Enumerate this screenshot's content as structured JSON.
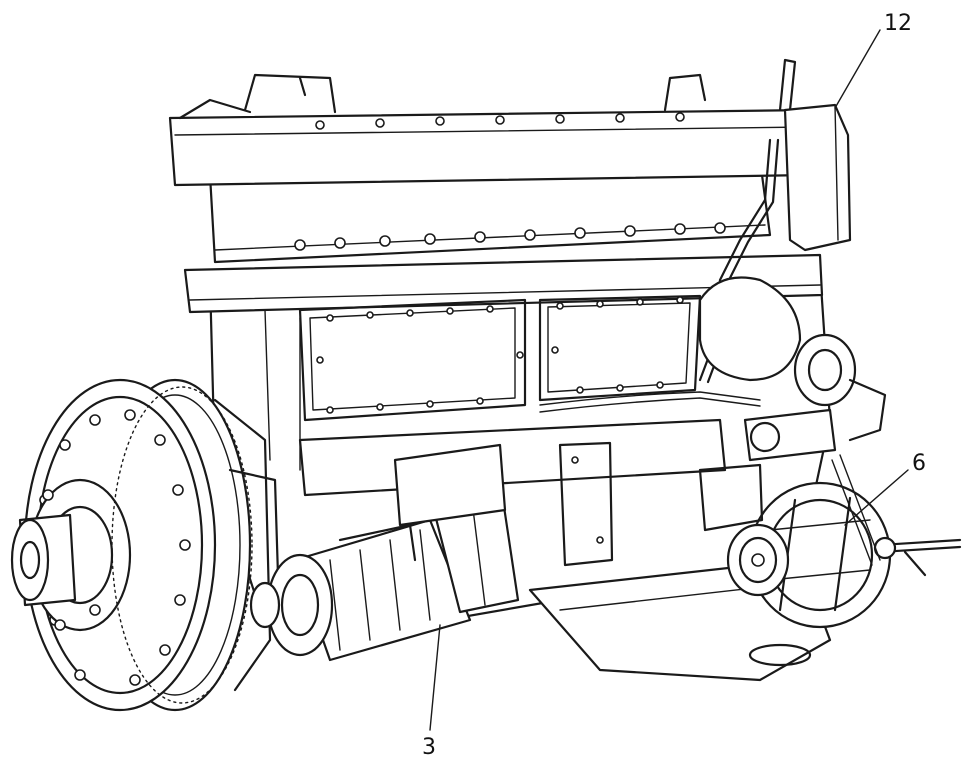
{
  "figure": {
    "callouts": [
      {
        "id": "c12",
        "label": "12"
      },
      {
        "id": "c6",
        "label": "6"
      },
      {
        "id": "c3",
        "label": "3"
      }
    ],
    "colors": {
      "ink": "#1a1a1a",
      "paper": "#ffffff"
    }
  }
}
